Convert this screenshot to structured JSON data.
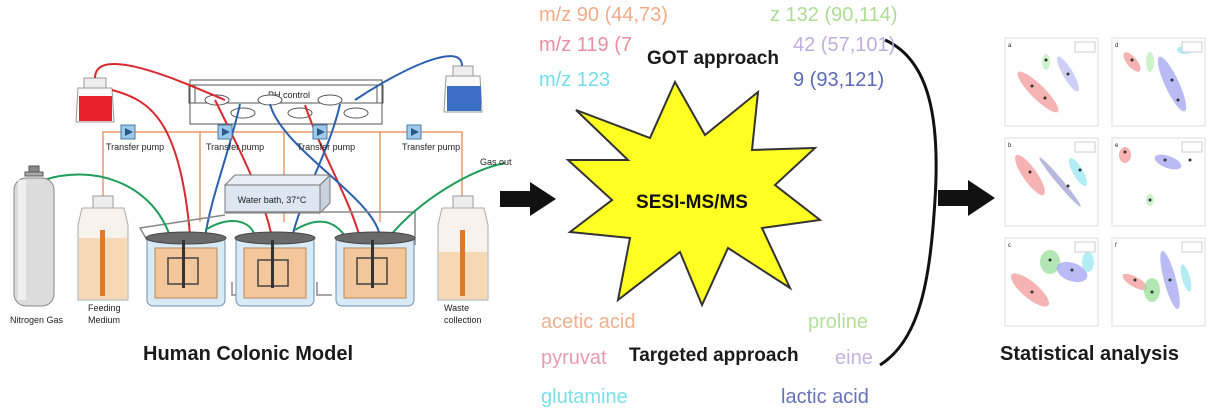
{
  "model": {
    "caption": "Human Colonic Model",
    "ph_control": "PH control",
    "transfer_pump_1": "Transfer pump",
    "transfer_pump_2": "Transfer pump",
    "transfer_pump_3": "Transfer pump",
    "transfer_pump_4": "Transfer pump",
    "water_bath": "Water bath, 37°C",
    "gas_out": "Gas out",
    "nitrogen_gas": "Nitrogen Gas",
    "feeding_medium_line1": "Feeding",
    "feeding_medium_line2": "Medium",
    "waste_line1": "Waste",
    "waste_line2": "collection"
  },
  "center": {
    "got_approach": "GOT approach",
    "targeted_approach": "Targeted approach",
    "sesi": "SESI-MS/MS",
    "mz_left": [
      {
        "text": "m/z 90 (44,73)",
        "color": "#f2a27a"
      },
      {
        "text": "m/z 119 (7",
        "color": "#e8829a"
      },
      {
        "text": "m/z 123",
        "color": "#62dbe6"
      }
    ],
    "mz_right": [
      {
        "text": "z 132 (90,114)",
        "color": "#a6da8a"
      },
      {
        "text": "42 (57,101)",
        "color": "#b8a6dc"
      },
      {
        "text": "9 (93,121)",
        "color": "#4a5ab0"
      }
    ],
    "compounds_left": [
      {
        "text": "acetic acid",
        "color": "#f2a27a"
      },
      {
        "text": "pyruvat",
        "color": "#e58aa4"
      },
      {
        "text": "glutamine",
        "color": "#62dbe6"
      }
    ],
    "compounds_right": [
      {
        "text": "proline",
        "color": "#a6da8a"
      },
      {
        "text": "eine",
        "color": "#b8a6dc"
      },
      {
        "text": "lactic acid",
        "color": "#4a5ab0"
      }
    ]
  },
  "stats": {
    "caption": "Statistical analysis",
    "panels": [
      "a",
      "d",
      "b",
      "e",
      "c",
      "f"
    ]
  },
  "colors": {
    "red_bottle": "#e8202a",
    "blue_bottle": "#3b6fc6",
    "tube_red": "#d9292f",
    "tube_blue": "#2b5fb0",
    "tube_green": "#1f9e5a",
    "star_fill": "#ffff22",
    "star_stroke": "#333333"
  }
}
